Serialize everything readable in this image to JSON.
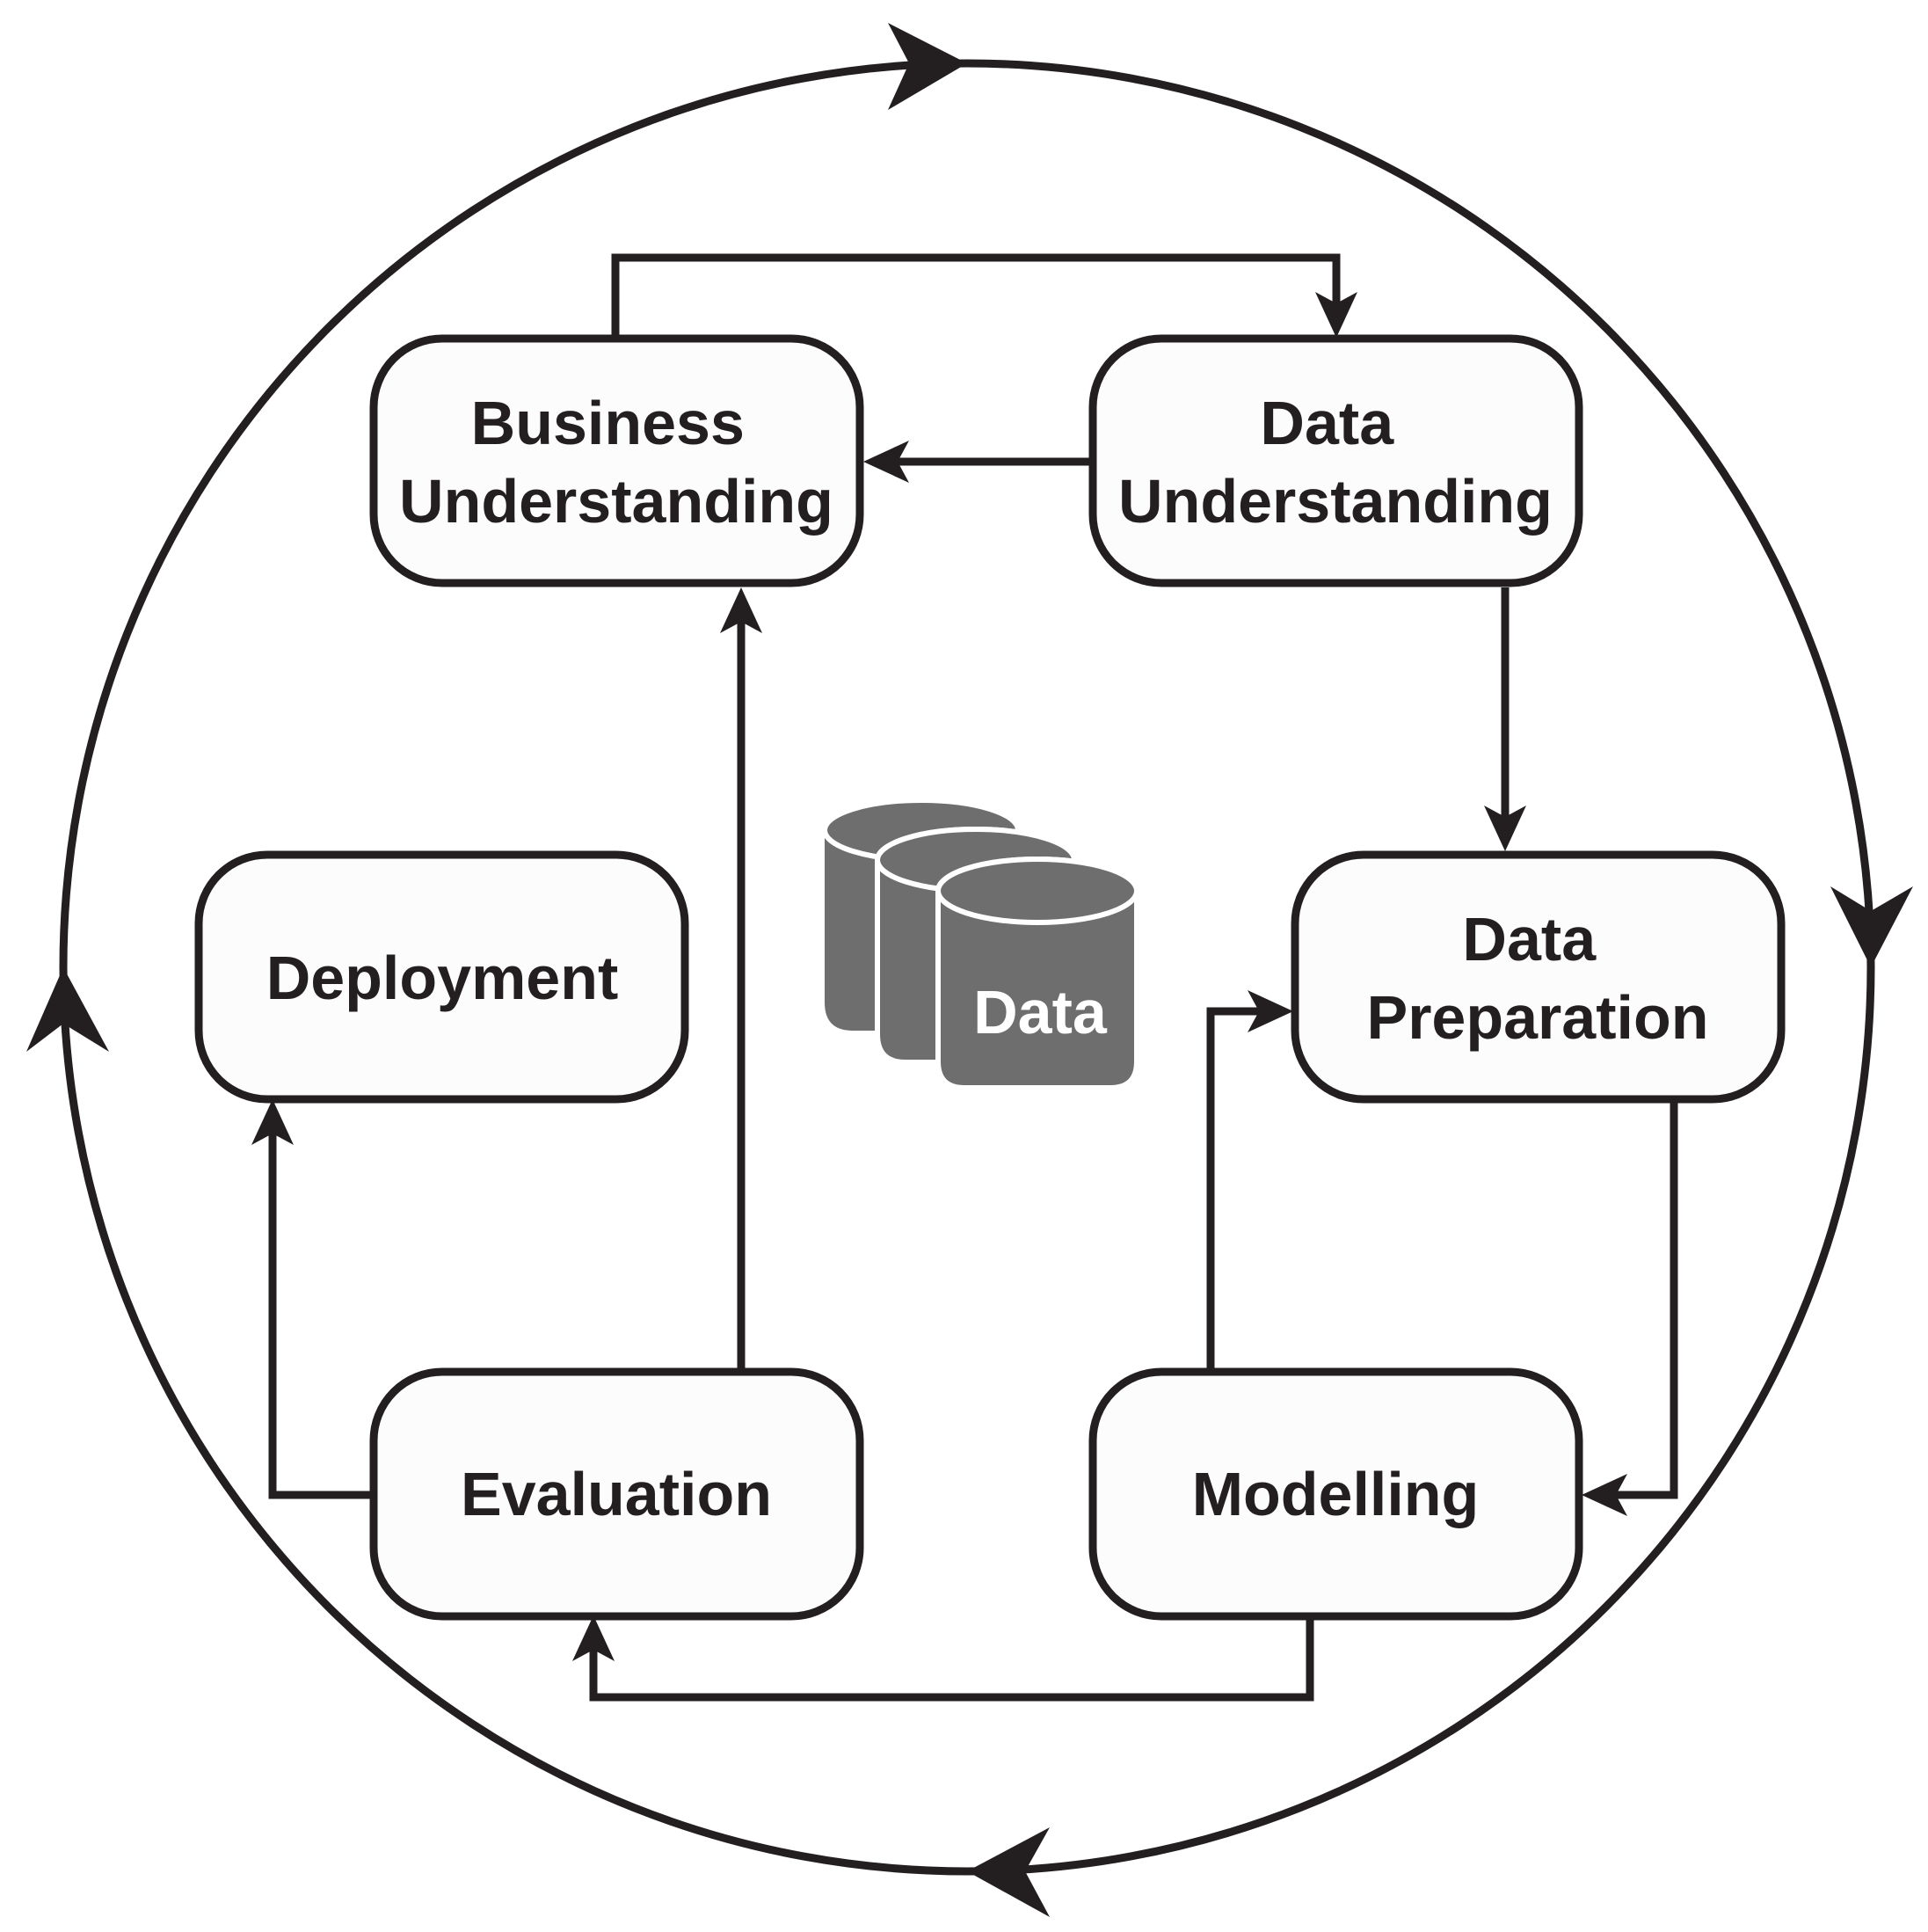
{
  "phases": {
    "business_understanding": [
      "Business",
      "Understanding"
    ],
    "data_understanding": [
      "Data",
      "Understanding"
    ],
    "data_preparation": [
      "Data",
      "Preparation"
    ],
    "modelling": [
      "Modelling"
    ],
    "evaluation": [
      "Evaluation"
    ],
    "deployment": [
      "Deployment"
    ]
  },
  "database": {
    "label": "Data",
    "icon": "database-icon",
    "color": "#6e6e6e"
  },
  "colors": {
    "stroke": "#231f20",
    "box_fill": "#fcfcfc",
    "background": "#ffffff"
  }
}
